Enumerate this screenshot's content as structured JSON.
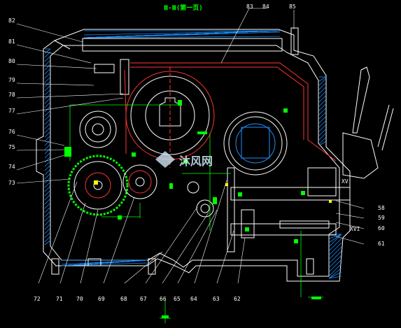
{
  "drawing": {
    "title": "Ⅲ-Ⅲ(第一页)",
    "labels_top": [
      "83",
      "84",
      "85"
    ],
    "labels_left": [
      "82",
      "81",
      "80",
      "79",
      "78",
      "77",
      "76",
      "75",
      "74",
      "73"
    ],
    "labels_right": [
      "58",
      "59",
      "60",
      "61"
    ],
    "labels_bottom": [
      "72",
      "71",
      "70",
      "69",
      "68",
      "67",
      "66",
      "65",
      "64",
      "63",
      "62"
    ],
    "roman_marks": [
      "XV",
      "XVI"
    ],
    "watermark": "沐风网"
  },
  "colors": {
    "background": "#000000",
    "outline": "#ffffff",
    "housing": "#1e90ff",
    "dims": "#00ff00",
    "gear": "#ff3333",
    "fill": "#00ff00",
    "accent": "#ffff00"
  }
}
